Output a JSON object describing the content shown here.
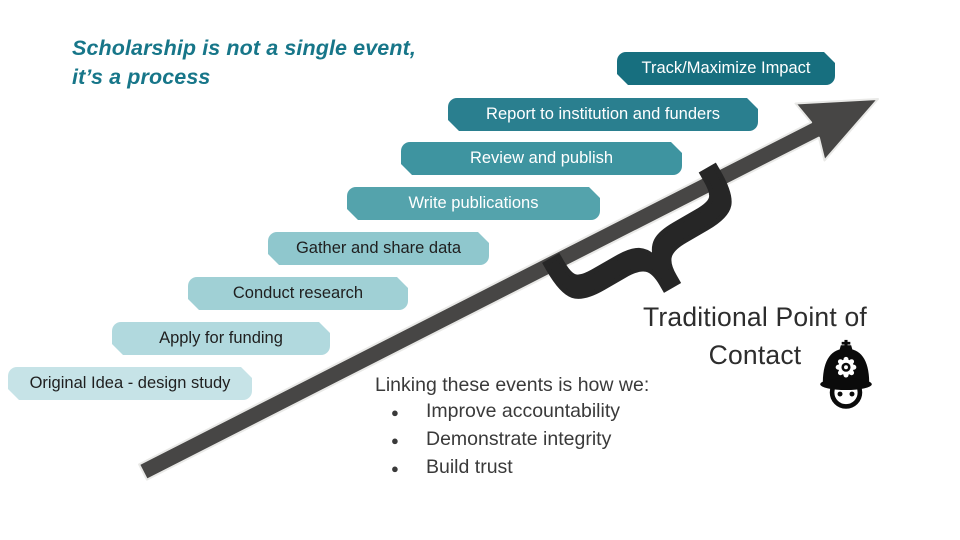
{
  "slide_title": {
    "line1": "Scholarship is not a single event,",
    "line2": "it’s a process",
    "color": "#177689"
  },
  "steps": [
    {
      "label": "Original Idea - design study",
      "bg": "#c6e3e7",
      "text_color": "#1f1f1f"
    },
    {
      "label": "Apply for funding",
      "bg": "#b1d9de",
      "text_color": "#1f1f1f"
    },
    {
      "label": "Conduct research",
      "bg": "#a0d0d5",
      "text_color": "#1f1f1f"
    },
    {
      "label": "Gather and share data",
      "bg": "#8fc7cd",
      "text_color": "#1f1f1f"
    },
    {
      "label": "Write publications",
      "bg": "#54a3ac",
      "text_color": "#ffffff"
    },
    {
      "label": "Review and publish",
      "bg": "#3e94a0",
      "text_color": "#ffffff"
    },
    {
      "label": "Report to institution and funders",
      "bg": "#2a7f8f",
      "text_color": "#ffffff"
    },
    {
      "label": "Track/Maximize Impact",
      "bg": "#176f7f",
      "text_color": "#ffffff"
    }
  ],
  "brace_glyph": "}",
  "callout": {
    "line1": "Traditional Point of",
    "line2": "Contact",
    "icon": "police-officer",
    "text_color": "#2d2d2d"
  },
  "linking": {
    "heading": "Linking these events is how we:",
    "bullet_glyph": "●",
    "bullets": [
      "Improve accountability",
      "Demonstrate integrity",
      "Build trust"
    ]
  },
  "arrow": {
    "color": "#474645",
    "halo_color": "#e9e9e7"
  }
}
